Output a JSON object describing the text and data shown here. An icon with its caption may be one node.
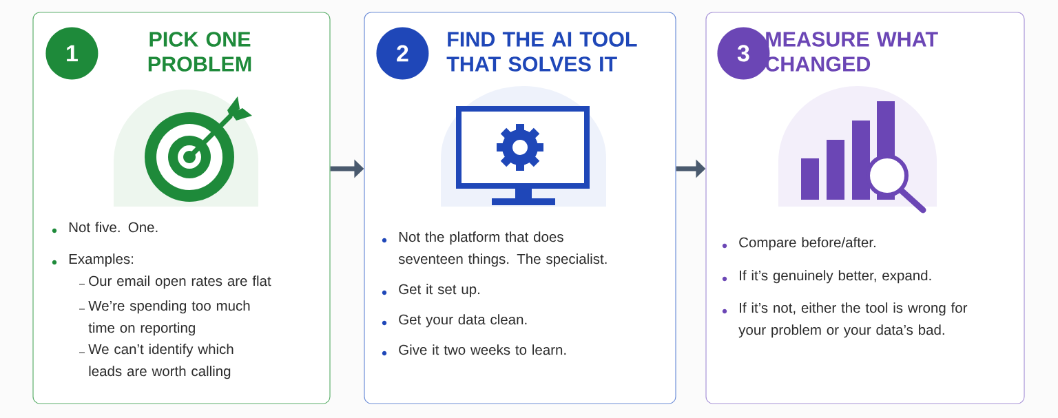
{
  "diagram": {
    "nodes": [
      {
        "text": [
          "PICK ONE PROBLEM",
          "Not five. One.",
          "Examples:",
          "Our email open rates are flat",
          "We’re spending too much time on reporting",
          "We can’t identify which leads are worth calling"
        ]
      },
      {
        "text": [
          "1"
        ],
        "in": 0
      },
      {
        "text": [
          "FIND THE AI TOOL THAT SOLVES IT",
          "Not the platform that does seventeen things. The specialist.",
          "Get it set up.",
          "Get your data clean.",
          "Give it two weeks to learn."
        ]
      },
      {
        "text": [
          "2"
        ],
        "in": 2
      },
      {
        "text": [
          "MEASURE WHAT CHANGED",
          "Compare before/after.",
          "If it’s genuinely better, expand.",
          "If it’s not, either the tool is wrong for your problem or your data’s bad."
        ]
      },
      {
        "text": [
          "3"
        ],
        "in": 4
      }
    ],
    "edges": [
      {
        "from": 0,
        "to": 2,
        "arrow": "to"
      },
      {
        "from": 2,
        "to": 4,
        "arrow": "to"
      }
    ]
  }
}
